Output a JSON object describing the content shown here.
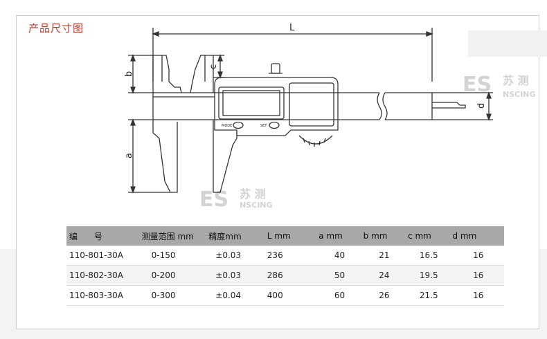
{
  "title": "产品尺寸图",
  "watermark": {
    "cn": "苏 测",
    "en": "NSCING",
    "logo": "ES"
  },
  "drawing_labels": {
    "L": "L",
    "a": "a",
    "b": "b",
    "c": "c",
    "d": "d",
    "mode_button": "MODE",
    "set_button": "SET"
  },
  "table": {
    "headers": [
      "编　　号",
      "测量范围 mm",
      "精度mm",
      "L mm",
      "a mm",
      "b mm",
      "c mm",
      "d mm"
    ],
    "rows": [
      [
        "110-801-30A",
        "0-150",
        "±0.03",
        "236",
        "40",
        "21",
        "16.5",
        "16"
      ],
      [
        "110-802-30A",
        "0-200",
        "±0.03",
        "286",
        "50",
        "24",
        "19.5",
        "16"
      ],
      [
        "110-803-30A",
        "0-300",
        "±0.04",
        "400",
        "60",
        "26",
        "21.5",
        "16"
      ]
    ]
  },
  "colors": {
    "title": "#c0392b",
    "header_bg": "#a8a8a8",
    "line": "#333333"
  }
}
